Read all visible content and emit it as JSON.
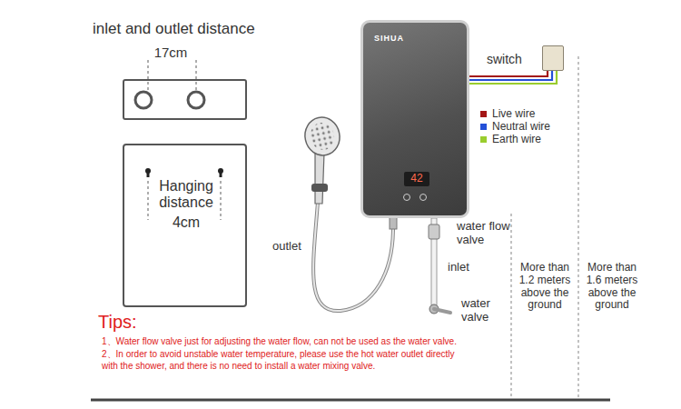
{
  "diagram": {
    "nodes": [
      {
        "text": [
          "inlet and outlet distance",
          "17cm"
        ]
      },
      {
        "text": [
          "Hanging distance",
          "4cm"
        ]
      },
      {
        "text": [
          "SIHUA",
          "42"
        ]
      },
      {
        "text": [
          "switch"
        ]
      }
    ],
    "edges": [
      {
        "from": 2,
        "to": 3,
        "arrow": "none"
      }
    ],
    "labels": [
      "outlet",
      "water flow valve",
      "inlet",
      "water valve",
      "More than 1.2 meters above the ground",
      "More than 1.6 meters above the ground",
      "Tips:",
      "1、Water flow valve just for adjusting the water flow, can not be used as the water valve.",
      "2、In order to avoid unstable water temperature, please use the hot water outlet directly with the shower, and there is no need to install a water mixing valve."
    ],
    "legend": [
      {
        "text": "Live wire",
        "color": "#a31515"
      },
      {
        "text": "Neutral wire",
        "color": "#2450d8"
      },
      {
        "text": "Earth wire",
        "color": "#9acd2e"
      }
    ]
  }
}
